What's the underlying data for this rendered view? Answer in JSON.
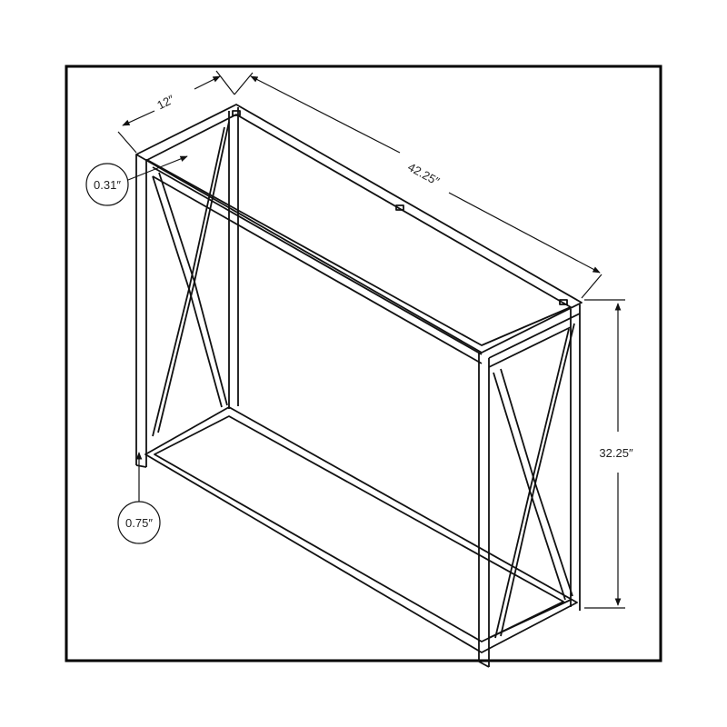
{
  "dimensions": {
    "depth": "12″",
    "width": "42.25″",
    "height": "32.25″",
    "top_thickness": "0.31″",
    "leg_gap": "0.75″"
  },
  "colors": {
    "frame": "#111111",
    "border": "#000000",
    "background": "#ffffff"
  }
}
